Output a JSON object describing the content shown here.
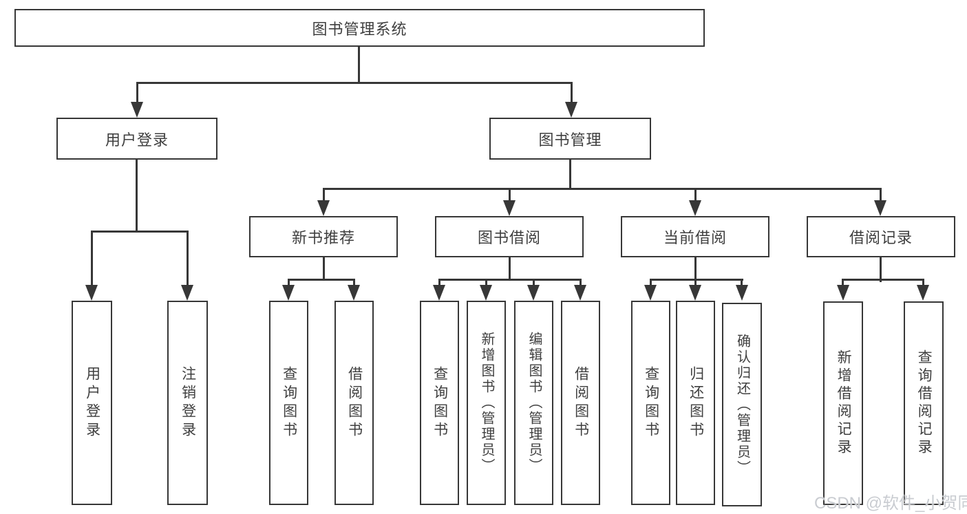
{
  "diagram": {
    "title": "图书管理系统",
    "nodes": {
      "root": {
        "label": "图书管理系统"
      },
      "user_login": {
        "label": "用户登录"
      },
      "book_mgmt": {
        "label": "图书管理"
      },
      "ul_login": {
        "label": "用户登录"
      },
      "ul_logout": {
        "label": "注销登录"
      },
      "new_book": {
        "label": "新书推荐"
      },
      "borrow": {
        "label": "图书借阅"
      },
      "current": {
        "label": "当前借阅"
      },
      "record": {
        "label": "借阅记录"
      },
      "nb_query": {
        "label": "查询图书"
      },
      "nb_borrow": {
        "label": "借阅图书"
      },
      "bw_query": {
        "label": "查询图书"
      },
      "bw_add": {
        "label": "新增图书（管理员）"
      },
      "bw_edit": {
        "label": "编辑图书（管理员）"
      },
      "bw_borrow": {
        "label": "借阅图书"
      },
      "cu_query": {
        "label": "查询图书"
      },
      "cu_return": {
        "label": "归还图书"
      },
      "cu_confirm": {
        "label": "确认归还（管理员）"
      },
      "rc_add": {
        "label": "新增借阅记录"
      },
      "rc_query": {
        "label": "查询借阅记录"
      }
    },
    "edges": [
      [
        "root",
        "user_login"
      ],
      [
        "root",
        "book_mgmt"
      ],
      [
        "user_login",
        "ul_login"
      ],
      [
        "user_login",
        "ul_logout"
      ],
      [
        "book_mgmt",
        "new_book"
      ],
      [
        "book_mgmt",
        "borrow"
      ],
      [
        "book_mgmt",
        "current"
      ],
      [
        "book_mgmt",
        "record"
      ],
      [
        "new_book",
        "nb_query"
      ],
      [
        "new_book",
        "nb_borrow"
      ],
      [
        "borrow",
        "bw_query"
      ],
      [
        "borrow",
        "bw_add"
      ],
      [
        "borrow",
        "bw_edit"
      ],
      [
        "borrow",
        "bw_borrow"
      ],
      [
        "current",
        "cu_query"
      ],
      [
        "current",
        "cu_return"
      ],
      [
        "current",
        "cu_confirm"
      ],
      [
        "record",
        "rc_add"
      ],
      [
        "record",
        "rc_query"
      ]
    ]
  },
  "watermark": "CSDN @软件_小贺同学",
  "colors": {
    "line": "#373737",
    "text": "#3f3f3f",
    "watermark": "#c9ccd1",
    "background": "#ffffff"
  }
}
